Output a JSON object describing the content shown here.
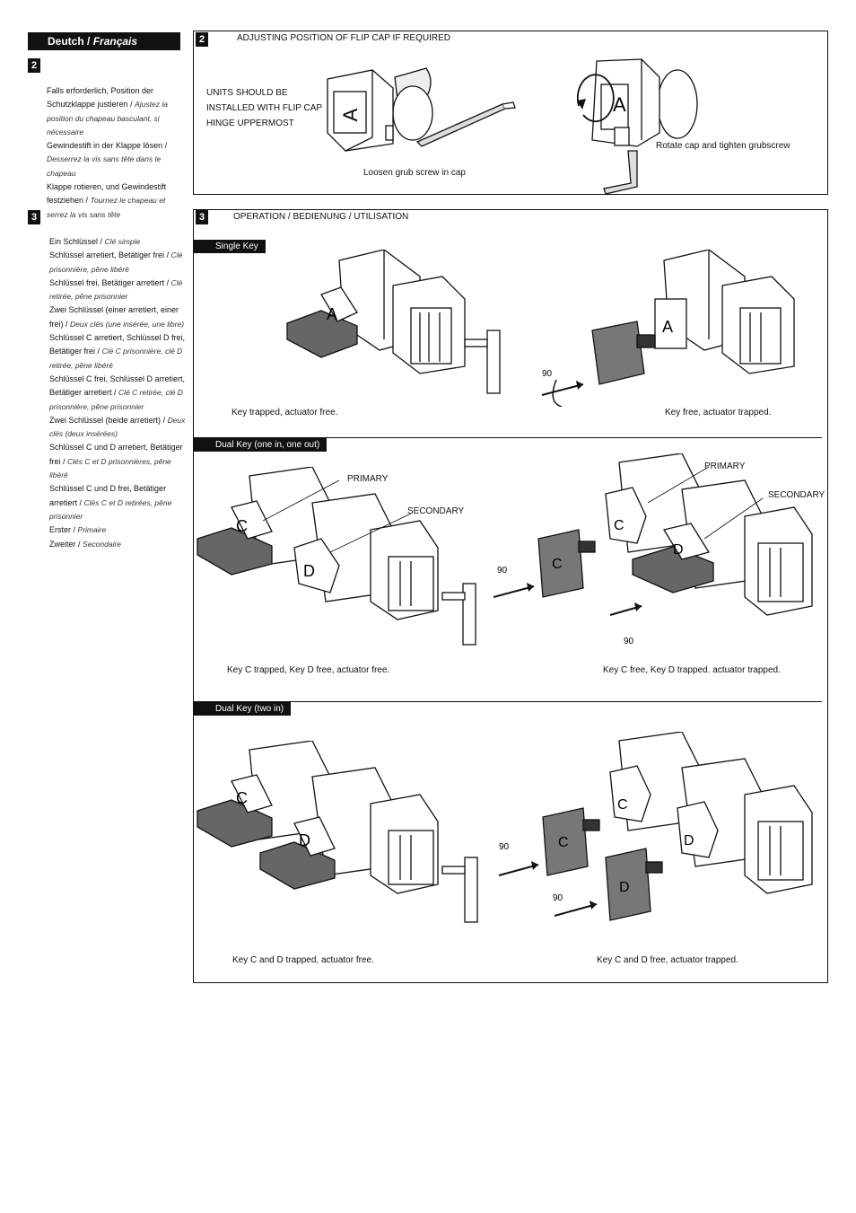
{
  "header": {
    "lang_de": "Deutch",
    "separator": " / ",
    "lang_fr": "Français"
  },
  "left": {
    "sec2_num": "2",
    "sec2_lines": [
      {
        "de": "Falls erforderlich, Position der Schutzklappe justieren",
        "sep": " / ",
        "fr": "Ajustez la position du chapeau basculant, si nécessaire"
      },
      {
        "de": "Gewindestift in der Klappe lösen",
        "sep": " / ",
        "fr": "Desserrez la vis sans tête dans le chapeau"
      },
      {
        "de": "Klappe rotieren, und Gewindestift festziehen",
        "sep": " / ",
        "fr": "Tournez le chapeau et serrez la vis sans tête"
      }
    ],
    "sec3_num": "3",
    "sec3_lines": [
      {
        "de": "Ein Schlüssel",
        "sep": " / ",
        "fr": "Clé simple"
      },
      {
        "de": "Schlüssel arretiert, Betätiger frei",
        "sep": " / ",
        "fr": "Clé prisonnière, pêne libéré"
      },
      {
        "de": "Schlüssel frei, Betätiger arretiert",
        "sep": " / ",
        "fr": "Clé retirée, pêne prisonnier"
      },
      {
        "de": "Zwei Schlüssel (einer arretiert, einer frei)",
        "sep": " / ",
        "fr": "Deux clés (une insérée, une libre)"
      },
      {
        "de": "Schlüssel C arretiert, Schlüssel D frei, Betätiger frei",
        "sep": " / ",
        "fr": "Clé C prisonnière, clé D retirée, pêne libéré"
      },
      {
        "de": "Schlüssel C frei, Schlüssel D arretiert, Betätiger arretiert",
        "sep": " / ",
        "fr": "Clé C retirée, clé D prisonnière, pêne prisonnier"
      },
      {
        "de": "Zwei Schlüssel (beide arretiert)",
        "sep": " / ",
        "fr": "Deux clés (deux insérées)"
      },
      {
        "de": "Schlüssel C und D arretiert, Betätiger frei",
        "sep": " / ",
        "fr": "Clés C et D prisonnières, pêne libéré"
      },
      {
        "de": "Schlüssel C und D frei, Betätiger arretiert",
        "sep": " / ",
        "fr": "Clés C et D retirées, pêne prisonnier"
      },
      {
        "de": "Erster",
        "sep": " / ",
        "fr": "Primaire"
      },
      {
        "de": "Zweiter",
        "sep": " / ",
        "fr": "Secondaire"
      }
    ]
  },
  "panel2": {
    "num": "2",
    "title": "ADJUSTING POSITION OF FLIP CAP IF REQUIRED",
    "note_lines": [
      "UNITS SHOULD BE",
      "INSTALLED WITH FLIP CAP",
      "HINGE UPPERMOST"
    ],
    "caption_left": "Loosen grub screw in cap",
    "caption_right": "Rotate cap and tighten grubscrew",
    "letter": "A"
  },
  "panel3": {
    "num": "3",
    "title": "OPERATION / BEDIENUNG / UTILISATION",
    "single": {
      "tag": "Single Key",
      "cap_left": "Key trapped, actuator free.",
      "cap_right": "Key free, actuator trapped.",
      "angle": "90",
      "letter": "A"
    },
    "dual_one": {
      "tag": "Dual Key (one in, one out)",
      "primary": "PRIMARY",
      "secondary": "SECONDARY",
      "cap_left": "Key C trapped, Key D free, actuator free.",
      "cap_right": "Key C free, Key D trapped. actuator trapped.",
      "angle": "90",
      "letter_c": "C",
      "letter_d": "D"
    },
    "dual_two": {
      "tag": "Dual Key (two in)",
      "cap_left": "Key C and D trapped, actuator free.",
      "cap_right": "Key C and D free, actuator trapped.",
      "angle": "90",
      "letter_c": "C",
      "letter_d": "D"
    }
  }
}
